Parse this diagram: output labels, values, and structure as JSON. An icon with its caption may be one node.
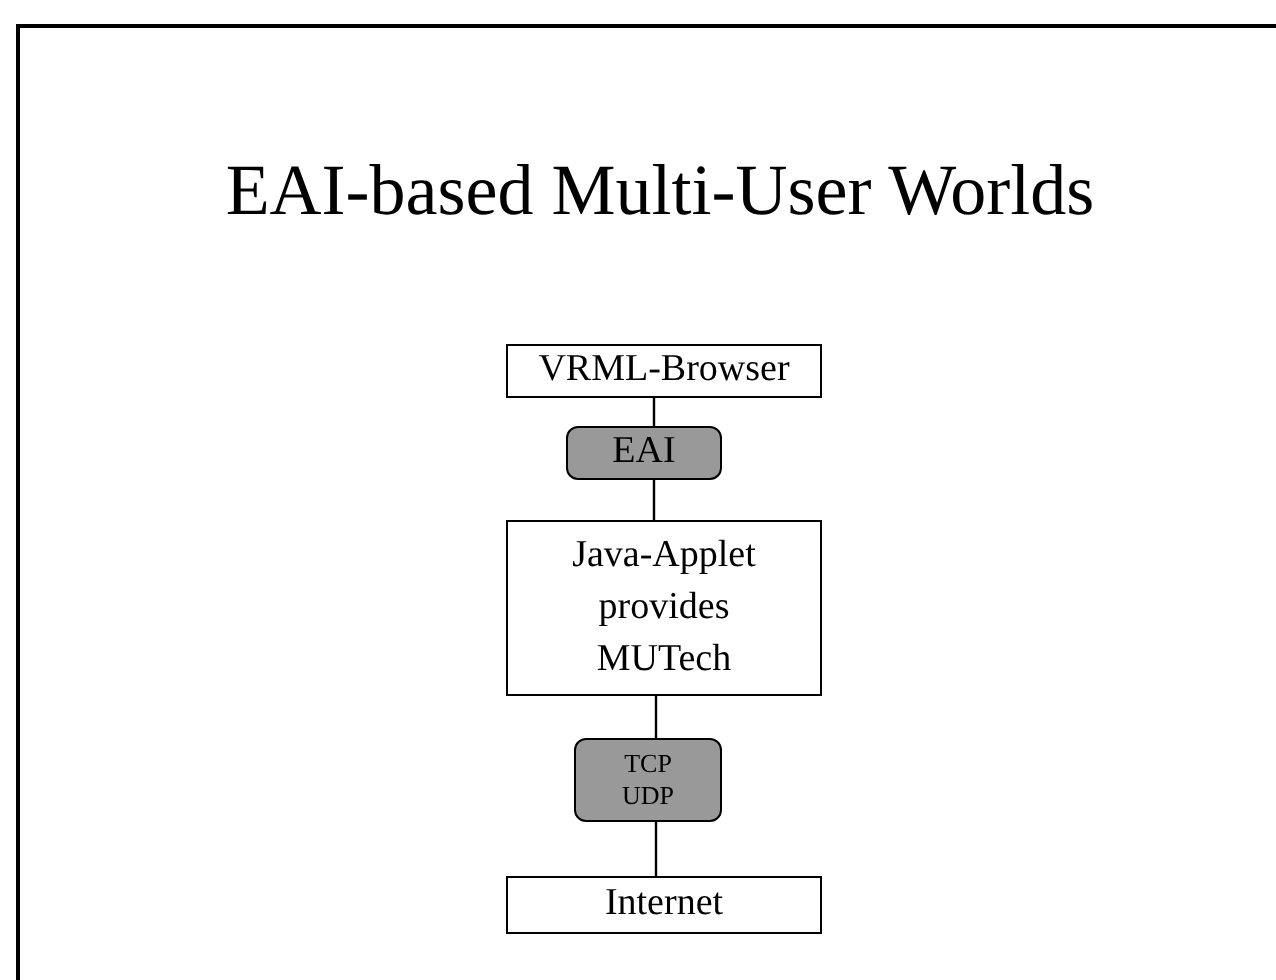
{
  "diagram": {
    "title": "EAI-based Multi-User Worlds",
    "nodes": [
      {
        "text": [
          "VRML-Browser"
        ]
      },
      {
        "text": [
          "EAI"
        ]
      },
      {
        "text": [
          "Java-Applet provides MUTech"
        ]
      },
      {
        "text": [
          "TCP UDP"
        ]
      },
      {
        "text": [
          "Internet"
        ]
      }
    ],
    "edges": [
      {
        "from": 0,
        "to": 1,
        "arrow": "none"
      },
      {
        "from": 1,
        "to": 2,
        "arrow": "none"
      },
      {
        "from": 2,
        "to": 3,
        "arrow": "none"
      },
      {
        "from": 3,
        "to": 4,
        "arrow": "none"
      }
    ]
  }
}
